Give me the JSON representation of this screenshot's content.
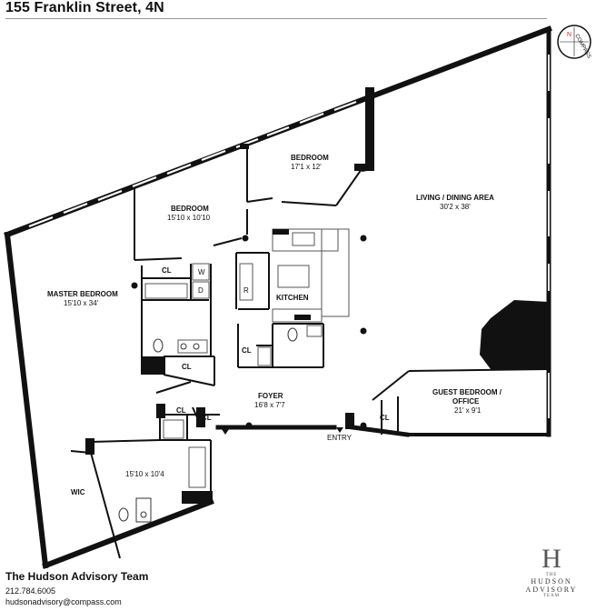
{
  "header": {
    "title": "155 Franklin Street, 4N"
  },
  "compass": {
    "letters": "COMPASS",
    "north": "N"
  },
  "rooms": {
    "bedroom_top": {
      "name": "BEDROOM",
      "size": "17'1 x 12'"
    },
    "bedroom_mid": {
      "name": "BEDROOM",
      "size": "15'10 x 10'10"
    },
    "living": {
      "name": "LIVING / DINING AREA",
      "size": "30'2 x 38'"
    },
    "master": {
      "name": "MASTER BEDROOM",
      "size": "15'10 x 34'"
    },
    "kitchen": {
      "name": "KITCHEN"
    },
    "foyer": {
      "name": "FOYER",
      "size": "16'8 x 7'7"
    },
    "guest": {
      "name": "GUEST BEDROOM /",
      "name2": "OFFICE",
      "size": "21' x 9'1"
    },
    "wic": {
      "name": "WIC"
    },
    "bath_master": {
      "size": "15'10 x 10'4"
    },
    "closets": [
      "CL",
      "CL",
      "CL",
      "CL",
      "CL",
      "CL"
    ],
    "washer": "W",
    "dryer": "D",
    "fridge": "R",
    "entry": "ENTRY"
  },
  "footer": {
    "team": "The Hudson Advisory Team",
    "phone": "212.784.6005",
    "email": "hudsonadvisory@compass.com"
  },
  "logo": {
    "mark": "H",
    "the": "THE",
    "name": "HUDSON ADVISORY",
    "team": "TEAM"
  }
}
